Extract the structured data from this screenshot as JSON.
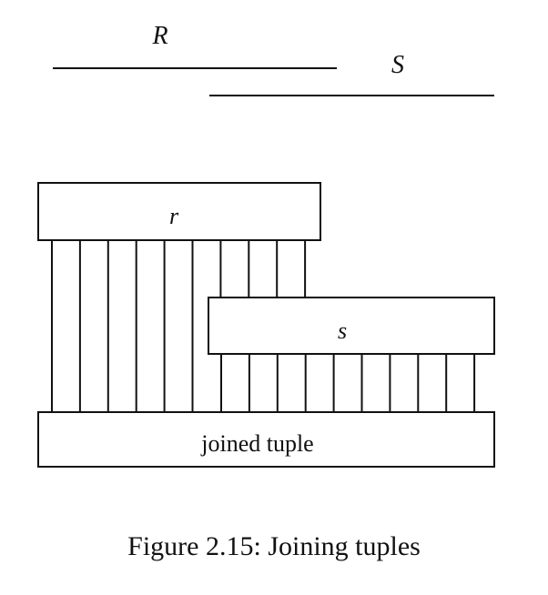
{
  "relations": {
    "R": "R",
    "S": "S"
  },
  "boxes": {
    "r": "r",
    "s": "s",
    "joined": "joined tuple"
  },
  "caption": "Figure 2.15: Joining tuples",
  "colors": {
    "ink": "#111111",
    "background": "#ffffff"
  }
}
